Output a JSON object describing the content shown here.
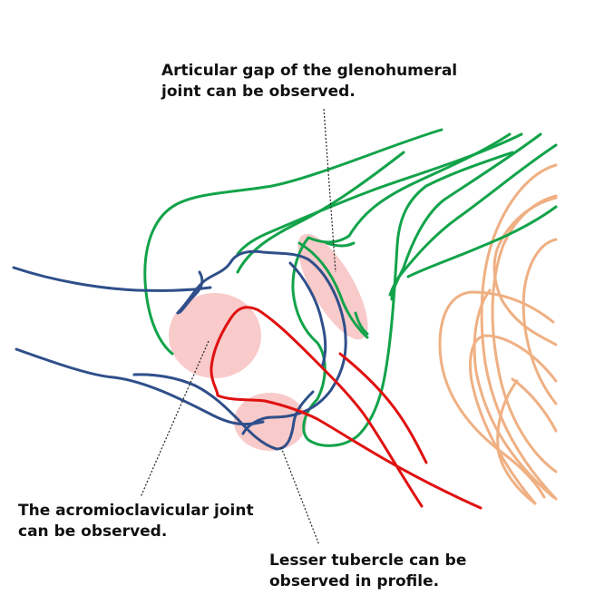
{
  "annotations": {
    "glenohumeral": {
      "line1": "Articular gap of the glenohumeral",
      "line2": "joint can be observed."
    },
    "acromioclavicular": {
      "line1": "The acromioclavicular joint",
      "line2": "can be observed."
    },
    "lesser_tubercle": {
      "line1": "Lesser tubercle can be",
      "line2": "observed in profile."
    }
  },
  "colors": {
    "clavicle_scapula_outline": "#2f4f8a",
    "humerus_scapula_outline": "#12a34a",
    "red_outline": "#e01010",
    "rib_outline": "#efb083",
    "highlight": "#f7b9b9",
    "leader_line": "#222222",
    "text": "#111111"
  }
}
